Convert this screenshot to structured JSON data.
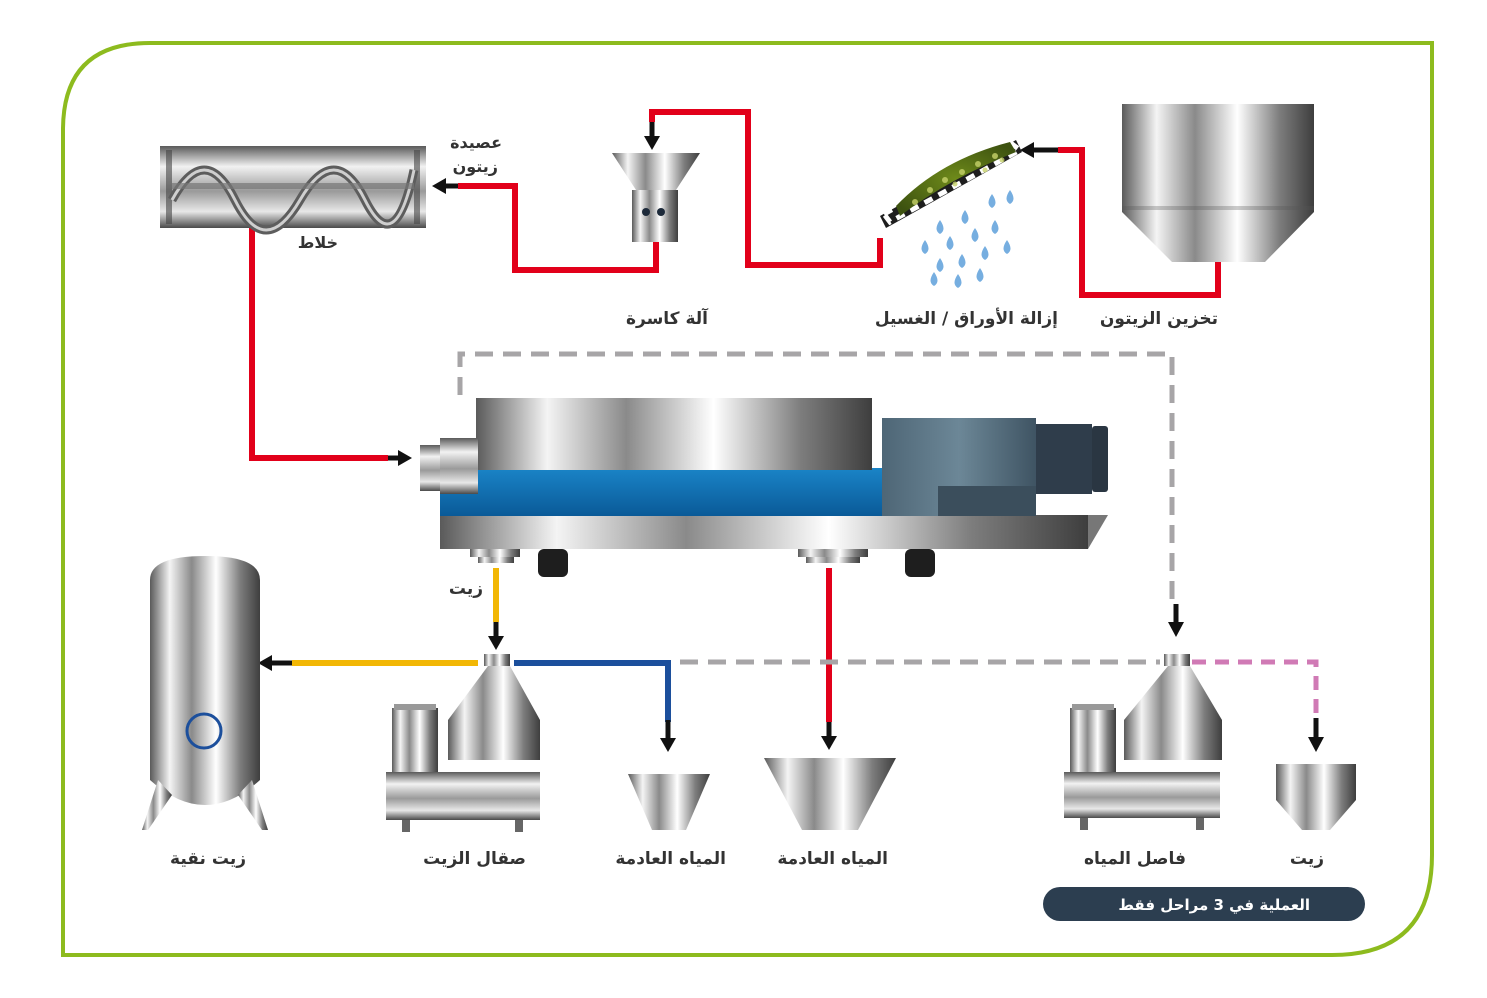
{
  "labels": {
    "olive_storage": "تخزين الزيتون",
    "leaf_removal_washing": "إزالة الأوراق / الغسيل",
    "crusher": "آلة كاسرة",
    "olive_paste_line1": "عصيدة",
    "olive_paste_line2": "زيتون",
    "mixer": "خلاط",
    "oil_outlet": "زيت",
    "pure_oil": "زيت نقية",
    "oil_polisher": "صقال الزيت",
    "wastewater_1": "المياه العادمة",
    "wastewater_2": "المياه العادمة",
    "water_separator": "فاصل المياه",
    "oil_right": "زيت"
  },
  "badge": {
    "text": "العملية في 3 مراحل فقط"
  },
  "colors": {
    "frame_green": "#8dbb1e",
    "pipe_red": "#e2001a",
    "pipe_yellow": "#f2b705",
    "pipe_blue": "#1c4f9c",
    "pipe_gray_dashed": "#a7a5a7",
    "pipe_pink_dashed": "#d07ab5",
    "decanter_blue": "#0d6fb5",
    "motor_slate": "#5a7484",
    "badge_bg": "#2c3e50"
  }
}
